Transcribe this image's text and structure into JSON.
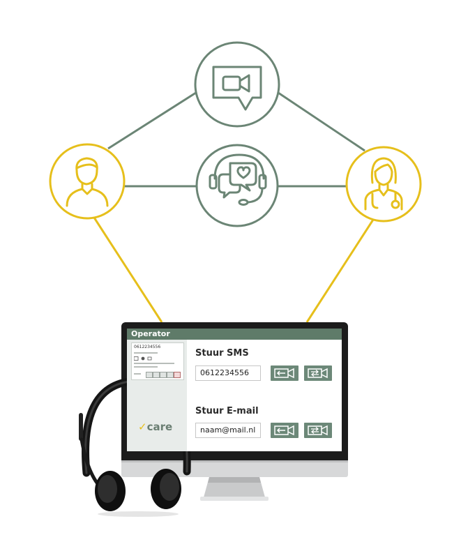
{
  "operator_panel": {
    "title": "Operator",
    "contact_number": "0612234556",
    "brand": "care",
    "sms": {
      "title": "Stuur SMS",
      "phone_value": "0612234556"
    },
    "email": {
      "title": "Stuur E-mail",
      "email_value": "naam@mail.nl"
    }
  },
  "colors": {
    "green": "#6b8575",
    "yellow": "#e6bf1b",
    "header": "#5f7b69"
  },
  "icons": [
    "video-chat-icon",
    "heart-chat-headset-icon",
    "patient-icon",
    "doctor-icon",
    "headset-icon"
  ]
}
